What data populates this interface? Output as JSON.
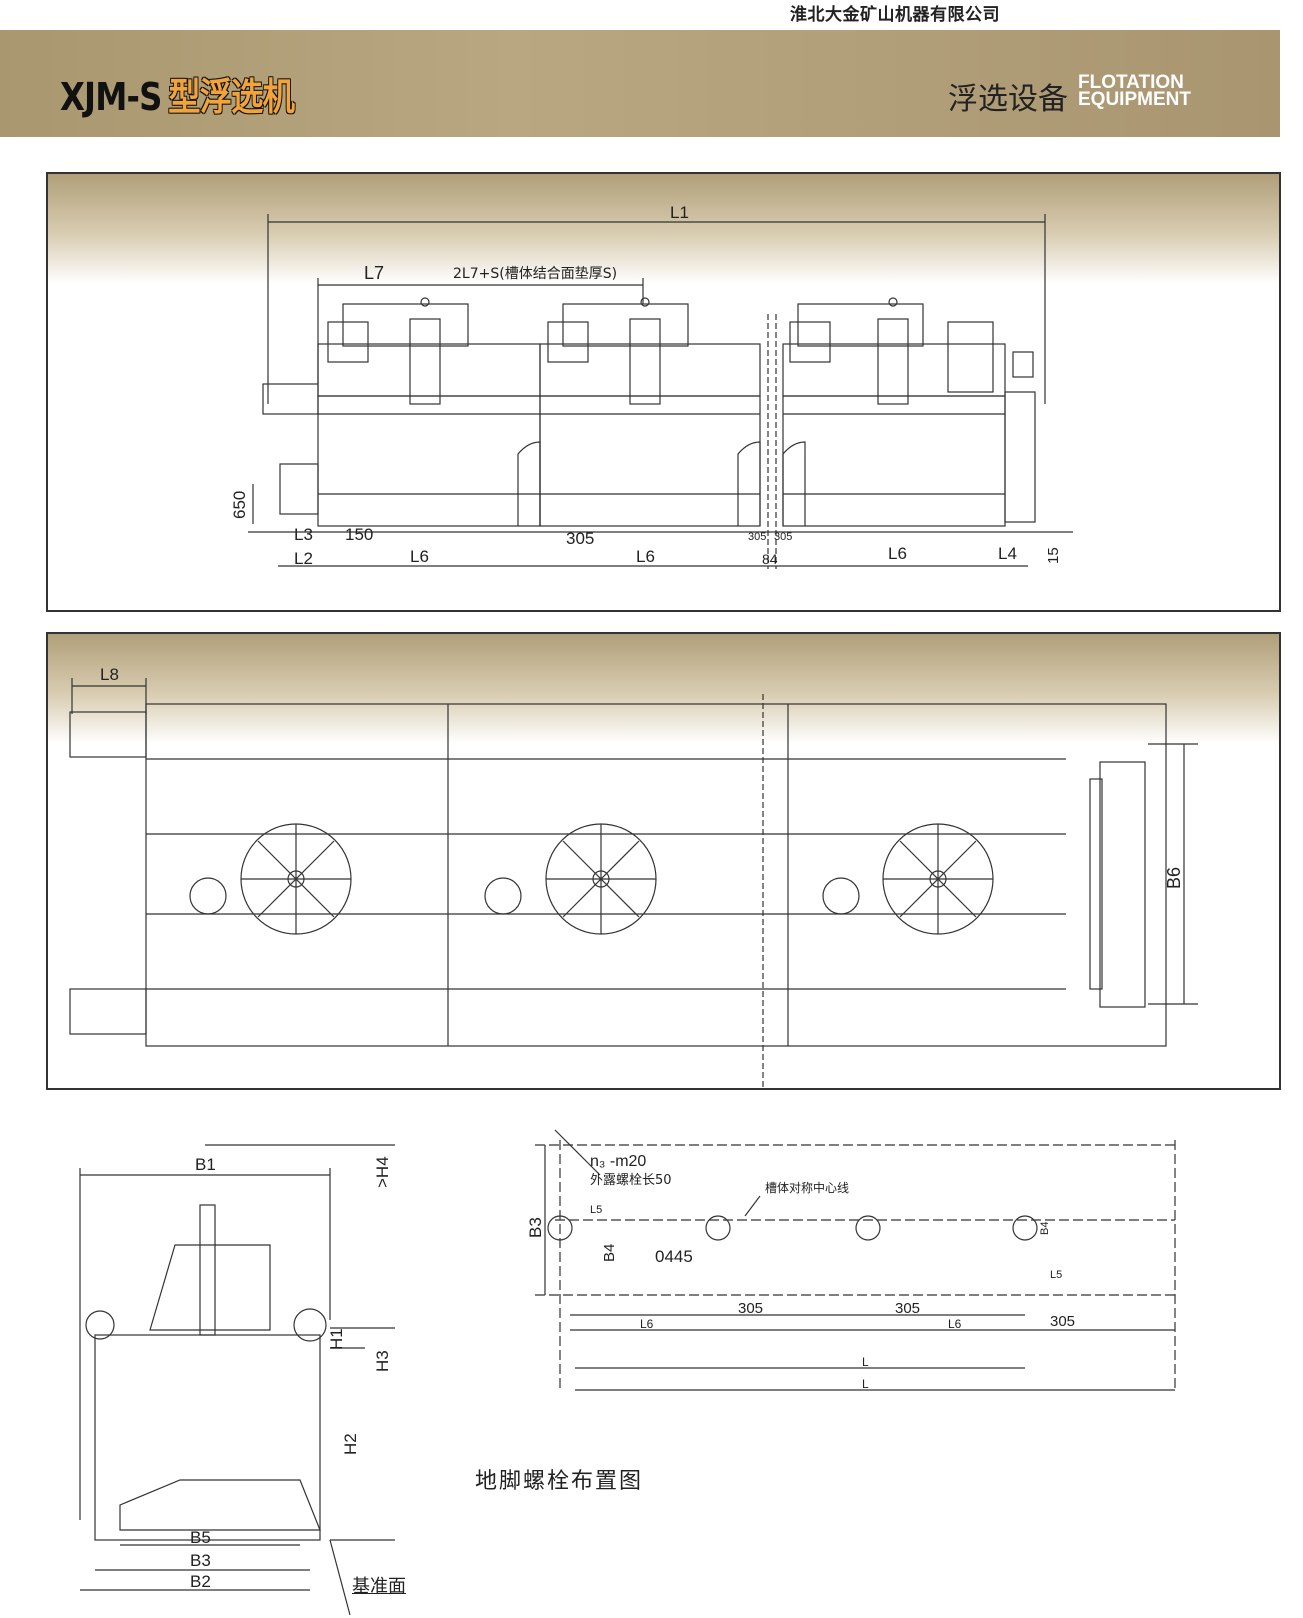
{
  "header": {
    "company": "淮北大金矿山机器有限公司",
    "model_code": "XJM-S",
    "model_name_cn": "型浮选机",
    "category_cn": "浮选设备",
    "category_en_line1": "FLOTATION",
    "category_en_line2": "EQUIPMENT"
  },
  "elevation": {
    "L1": "L1",
    "L7": "L7",
    "span_note": "2L7+S(槽体结合面垫厚S)",
    "h650": "650",
    "L3": "L3",
    "d150": "150",
    "d305_a": "305",
    "d305_b": "305",
    "d305_c": "305",
    "d84": "84",
    "L2": "L2",
    "L6_a": "L6",
    "L6_b": "L6",
    "L6_c": "L6",
    "L4": "L4",
    "d15": "15"
  },
  "plan": {
    "L8": "L8",
    "B6": "B6"
  },
  "section": {
    "B1": "B1",
    "H4": ">H4",
    "H1": "H1",
    "H2": "H2",
    "H3": "H3",
    "B5": "B5",
    "B3": "B3",
    "B2": "B2",
    "datum": "基准面"
  },
  "bolt_layout": {
    "bolt_spec": "n₃ -m20",
    "bolt_exposed": "外露螺栓长50",
    "centerline_note": "槽体对称中心线",
    "B3": "B3",
    "B4_left": "B4",
    "B4_right": "B4",
    "L5_left": "L5",
    "L5_right": "L5",
    "hole": "0445",
    "d305_a": "305",
    "d305_b": "305",
    "d305_c": "305",
    "L6_a": "L6",
    "L6_b": "L6",
    "L_inner": "L",
    "L_outer": "L",
    "caption": "地脚螺栓布置图"
  }
}
